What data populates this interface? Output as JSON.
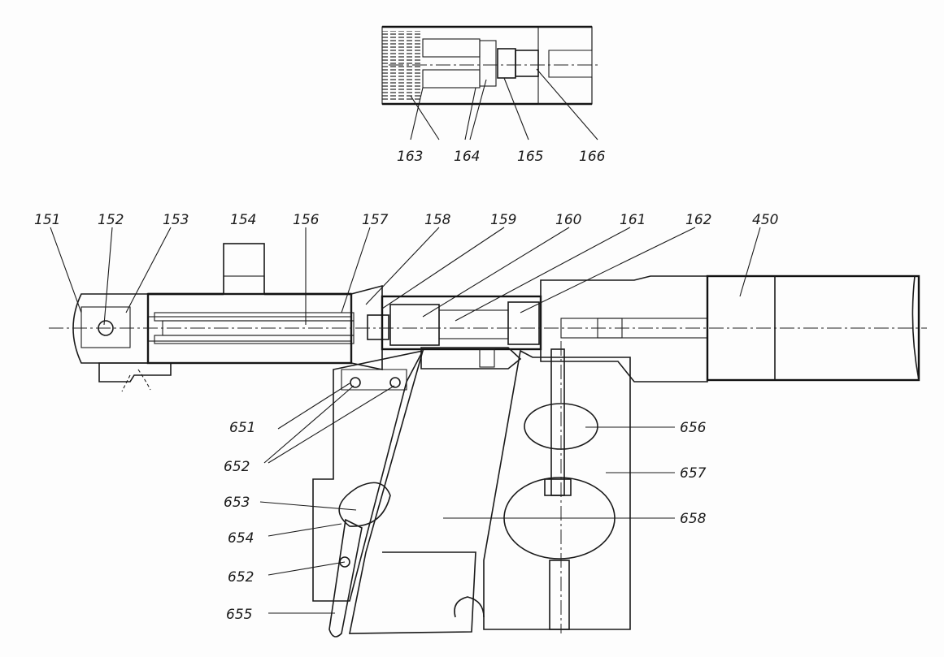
{
  "labels": {
    "l151": "151",
    "l152": "152",
    "l153": "153",
    "l154": "154",
    "l156": "156",
    "l157": "157",
    "l158": "158",
    "l159": "159",
    "l160": "160",
    "l161": "161",
    "l162": "162",
    "l450": "450",
    "l163": "163",
    "l164": "164",
    "l165": "165",
    "l166": "166",
    "l651": "651",
    "l652a": "652",
    "l652b": "652",
    "l653": "653",
    "l654": "654",
    "l655": "655",
    "l656": "656",
    "l657": "657",
    "l658": "658"
  }
}
